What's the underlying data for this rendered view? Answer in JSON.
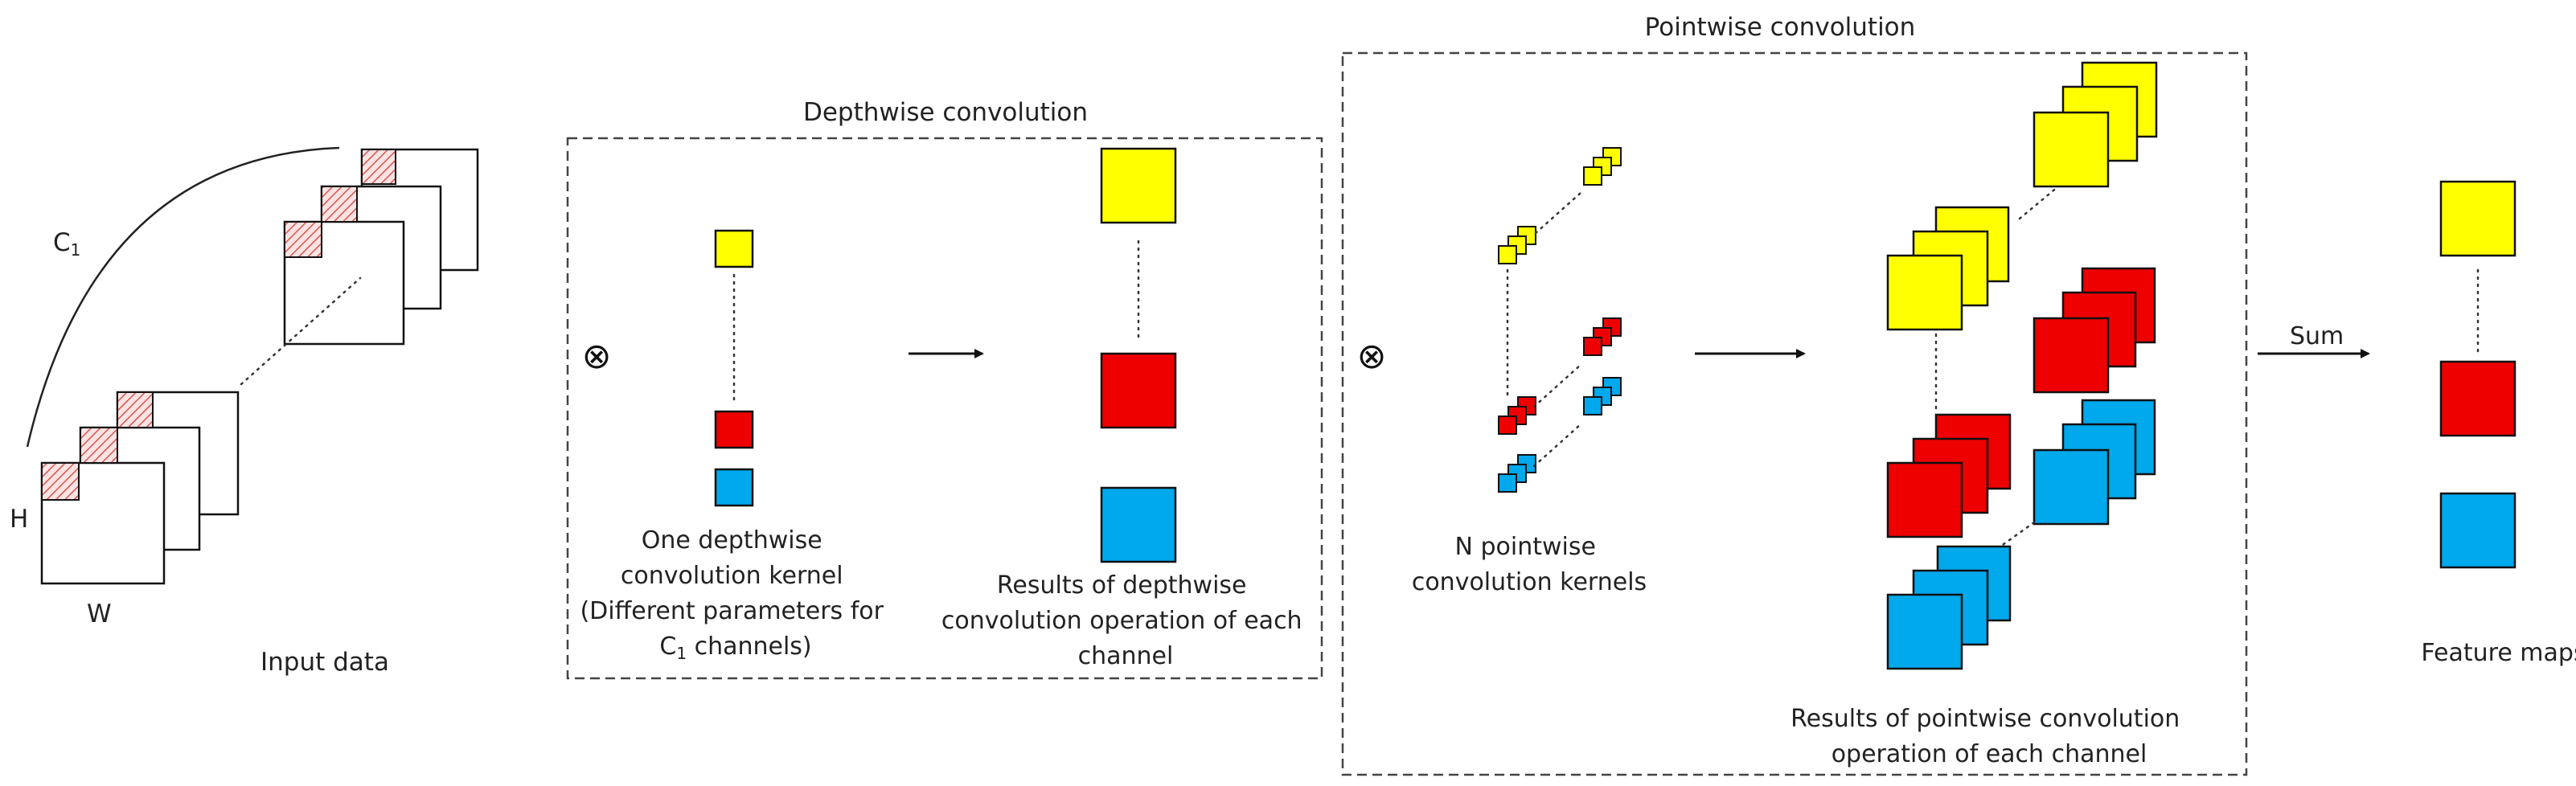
{
  "input": {
    "label": "Input data",
    "height_label": "H",
    "width_label": "W",
    "channels_label": "C",
    "channels_subscript": "1"
  },
  "depthwise": {
    "title": "Depthwise convolution",
    "kernel_caption": [
      "One depthwise",
      "convolution kernel",
      "(Different parameters for",
      "C",
      "1",
      " channels)"
    ],
    "result_caption": [
      "Results of depthwise",
      "convolution operation of each",
      "channel"
    ]
  },
  "pointwise": {
    "title": "Pointwise convolution",
    "kernel_caption": [
      "N pointwise",
      "convolution kernels"
    ],
    "result_caption": [
      "Results of pointwise convolution",
      "operation of each channel"
    ]
  },
  "sum_label": "Sum",
  "output": {
    "label": "Feature maps"
  },
  "operator_symbol": "⊗",
  "colors": {
    "yellow": "#ffff00",
    "red": "#ee0000",
    "blue": "#00a8ec",
    "hatch": "#d9534f"
  }
}
